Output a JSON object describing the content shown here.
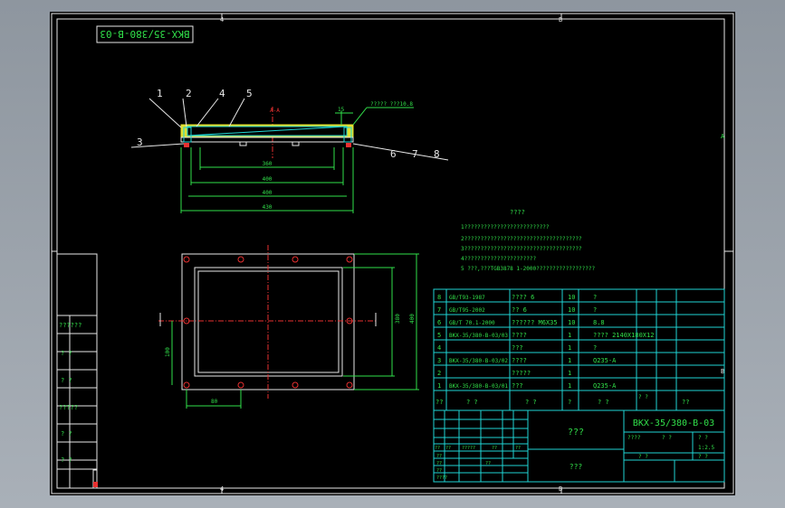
{
  "drawing_code": "BKX-35/380-B-03",
  "zone_top_left": "4",
  "zone_top_mid": "B",
  "zone_right_a": "A",
  "zone_right_b": "B",
  "section_label": "A-A",
  "balloons_left": [
    "1",
    "2",
    "4",
    "5"
  ],
  "balloon_3": "3",
  "balloons_right": [
    "6",
    "7",
    "8"
  ],
  "dim_15": "15",
  "note_top": "????? ???10.8",
  "dims_front": [
    "360",
    "400",
    "430"
  ],
  "dims_plan_right": [
    "400",
    "380"
  ],
  "dims_plan_left": "100",
  "dims_plan_bottom": "80",
  "tech_title": "????",
  "tech_lines": [
    "1??????????????????????????",
    "2????????????????????????????????????",
    "3????????????????????????????????????",
    "4??????????????????????",
    "5 ???,???TGB3878 1-2000??????????????????"
  ],
  "bom": [
    {
      "no": "8",
      "code": "GB/T93-1987",
      "name": "???? 6",
      "qty": "10",
      "mat": "?"
    },
    {
      "no": "7",
      "code": "GB/T95-2002",
      "name": "?? 6",
      "qty": "10",
      "mat": "?"
    },
    {
      "no": "6",
      "code": "GB/T 70.1-2000",
      "name": "?????? M6X35",
      "qty": "10",
      "mat": "8.8"
    },
    {
      "no": "5",
      "code": "BKX-35/380-B-03/03",
      "name": "????",
      "qty": "1",
      "mat": "???? 2140X180X12"
    },
    {
      "no": "4",
      "code": "",
      "name": "???",
      "qty": "1",
      "mat": "?"
    },
    {
      "no": "3",
      "code": "BKX-35/380-B-03/02",
      "name": "????",
      "qty": "1",
      "mat": "Q235-A"
    },
    {
      "no": "2",
      "code": "",
      "name": "?????",
      "qty": "1",
      "mat": ""
    },
    {
      "no": "1",
      "code": "BKX-35/380-B-03/01",
      "name": "???",
      "qty": "1",
      "mat": "Q235-A"
    }
  ],
  "bom_header": [
    "??",
    "?  ?",
    "?  ?",
    "?",
    "?  ?",
    "? ?",
    "??"
  ],
  "title_name": "???",
  "title_company": "???",
  "title_code": "BKX-35/380-B-03",
  "scale": "1:2.5",
  "left_stamps": [
    "??????",
    "?  ?",
    "?  ?",
    "?????",
    "?  ?",
    "?  ?"
  ],
  "title_small": [
    "??",
    "??",
    "?????",
    "??",
    "??",
    "??",
    "??",
    "??",
    "??",
    "????"
  ],
  "title_right_labels": [
    "????",
    "?  ?",
    "?  ?",
    "?   ?",
    "?   ?",
    "?  ?"
  ]
}
